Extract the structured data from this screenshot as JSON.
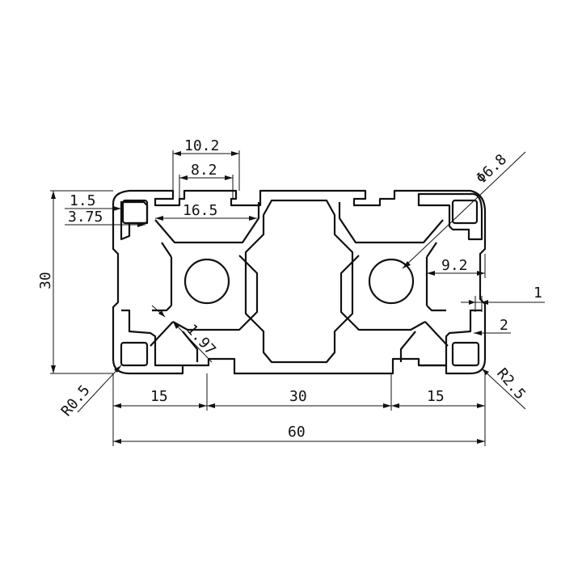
{
  "drawing": {
    "dimensions": {
      "slot_outer": "10.2",
      "slot_inner": "8.2",
      "wall_1_5": "1.5",
      "wall_3_75": "3.75",
      "cavity_16_5": "16.5",
      "hole_dia": "Φ6.8",
      "web_9_2": "9.2",
      "lip_1": "1",
      "lip_2": "2",
      "height_30": "30",
      "web_1_97": "1.97",
      "radius_0_5": "R0.5",
      "radius_2_5": "R2.5",
      "seg_left_15": "15",
      "seg_mid_30": "30",
      "seg_right_15": "15",
      "total_60": "60"
    }
  }
}
